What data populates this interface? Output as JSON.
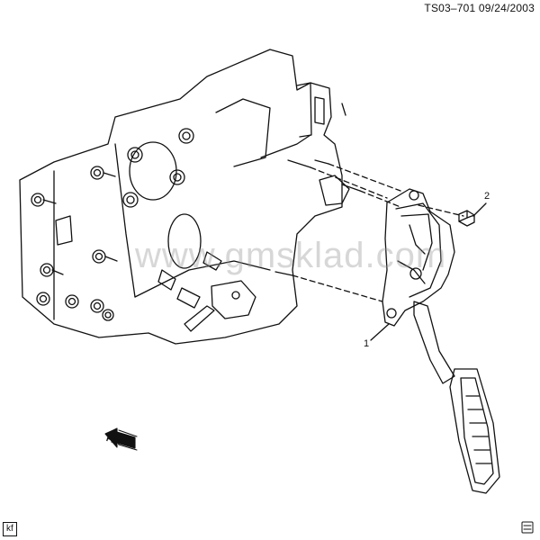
{
  "header": {
    "reference": "TS03–701  09/24/2003"
  },
  "callouts": [
    {
      "number": "1"
    },
    {
      "number": "2"
    }
  ],
  "watermark": {
    "text": "www.gmsklad.com"
  },
  "footer": {
    "initials": "kf"
  },
  "direction_marker": {
    "text": "FRT"
  },
  "icons": {
    "front-arrow": "front-arrow-icon",
    "logo": "gm-logo-icon"
  },
  "colors": {
    "line": "#111111",
    "background": "#ffffff",
    "watermark": "#969696"
  }
}
